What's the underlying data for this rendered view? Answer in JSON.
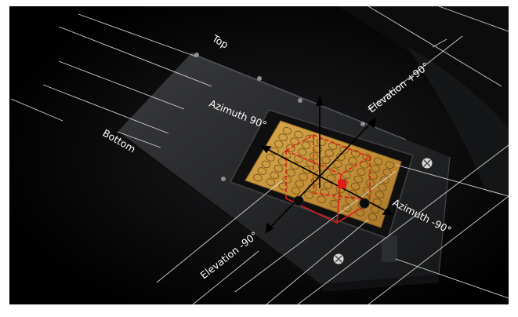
{
  "diagram": {
    "labels": {
      "top": "Top",
      "bottom": "Bottom",
      "azimuth_pos": "Azimuth  90°",
      "azimuth_neg": "Azimuth -90°",
      "elevation_pos": "Elevation +90°",
      "elevation_neg": "Elevation -90°"
    },
    "colors": {
      "background": "#000000",
      "panel": "#262729",
      "pcb": "#c7973e",
      "axis": "#000000",
      "cube": "#e01b1b",
      "guide_lines": "#e8e8e8"
    },
    "icons": [
      "screw-icon",
      "red-square-marker",
      "black-dot-marker"
    ]
  }
}
